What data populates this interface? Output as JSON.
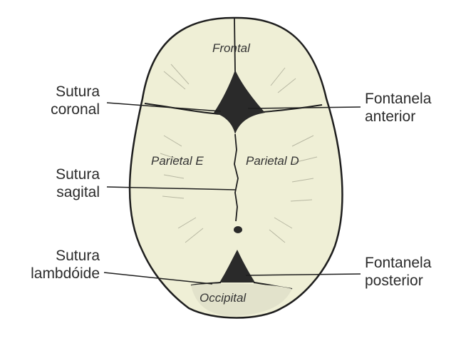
{
  "labels": {
    "sutura_coronal": [
      "Sutura",
      "coronal"
    ],
    "sutura_sagital": [
      "Sutura",
      "sagital"
    ],
    "sutura_lambdoide": [
      "Sutura",
      "lambdóide"
    ],
    "fontanela_anterior": [
      "Fontanela",
      "anterior"
    ],
    "fontanela_posterior": [
      "Fontanela",
      "posterior"
    ]
  },
  "bones": {
    "frontal": "Frontal",
    "parietal_e": "Parietal E",
    "parietal_d": "Parietal D",
    "occipital": "Occipital"
  },
  "colors": {
    "bone_fill": "#efefd6",
    "line": "#1e1e1e",
    "fontanelle": "#2a2a2a",
    "text": "#2b2b2b"
  }
}
